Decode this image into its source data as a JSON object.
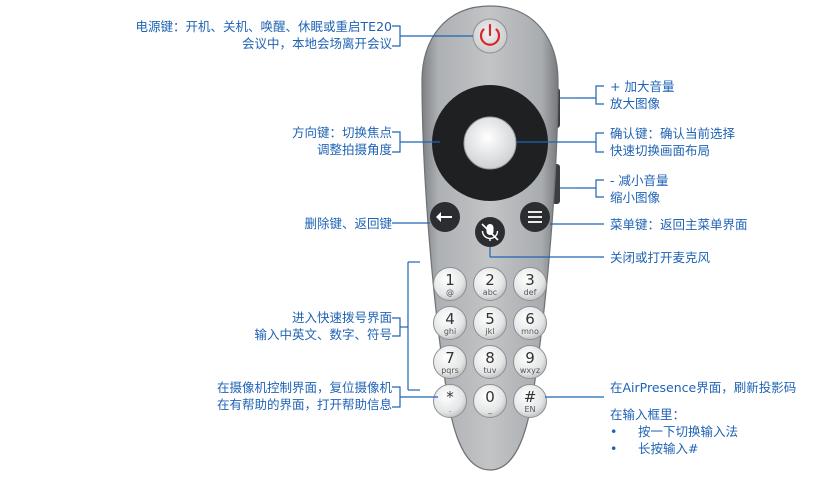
{
  "labels": {
    "power_line1": "电源键：开机、关机、唤醒、休眠或重启TE20",
    "power_line2": "会议中，本地会场离开会议",
    "volup_line1": "+ 加大音量",
    "volup_line2": "放大图像",
    "dir_line1": "方向键：切换焦点",
    "dir_line2": "调整拍摄角度",
    "ok_line1": "确认键：确认当前选择",
    "ok_line2": "快速切换画面布局",
    "voldown_line1": "- 减小音量",
    "voldown_line2": "缩小图像",
    "delete": "删除键、返回键",
    "menu": "菜单键：返回主菜单界面",
    "mic": "关闭或打开麦克风",
    "numpad_line1": "进入快速拨号界面",
    "numpad_line2": "输入中英文、数字、符号",
    "star_line1": "在摄像机控制界面，复位摄像机",
    "star_line2": "在有帮助的界面，打开帮助信息",
    "hash_line1": "在AirPresence界面，刷新投影码",
    "hash_title": "在输入框里：",
    "hash_bullets": [
      "按一下切换输入法",
      "长按输入#"
    ]
  },
  "keys": [
    {
      "num": "1",
      "sub": "@"
    },
    {
      "num": "2",
      "sub": "abc"
    },
    {
      "num": "3",
      "sub": "def"
    },
    {
      "num": "4",
      "sub": "ghi"
    },
    {
      "num": "5",
      "sub": "jkl"
    },
    {
      "num": "6",
      "sub": "mno"
    },
    {
      "num": "7",
      "sub": "pqrs"
    },
    {
      "num": "8",
      "sub": "tuv"
    },
    {
      "num": "9",
      "sub": "wxyz"
    },
    {
      "num": "*",
      "sub": "."
    },
    {
      "num": "0",
      "sub": "_"
    },
    {
      "num": "#",
      "sub": "EN"
    }
  ],
  "colors": {
    "accent": "#1f63b5",
    "power_button": "#d9262b",
    "dark_button": "#2b2d30",
    "body": "#a8abae"
  },
  "icons": {
    "power": "power-icon",
    "back": "back-arrow-icon",
    "mic_mute": "mic-mute-icon",
    "menu": "menu-icon"
  }
}
